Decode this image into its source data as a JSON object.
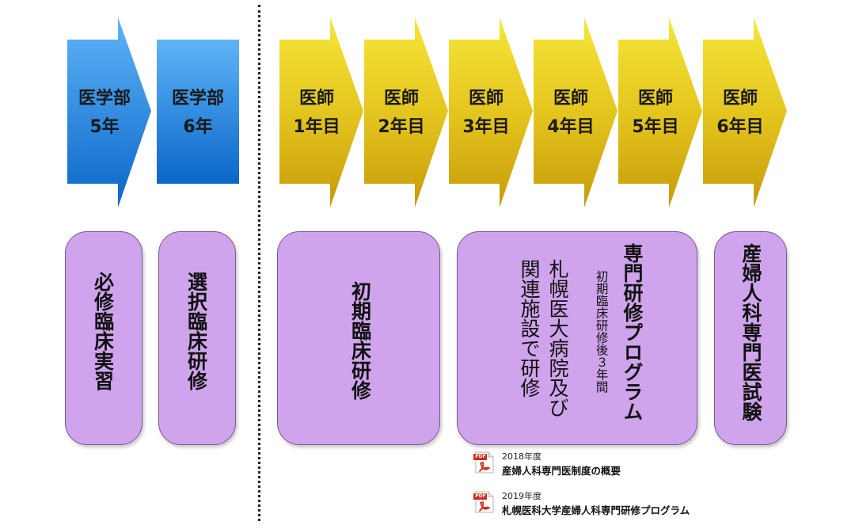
{
  "colors": {
    "student_arrow_top": "#5fb4f7",
    "student_arrow_bottom": "#0a66c9",
    "doctor_arrow_top": "#f7e63a",
    "doctor_arrow_bottom": "#c69a08",
    "pill_fill": "#cfa4ec",
    "pill_border": "#7a5a8e",
    "pdf_red": "#d32a1e"
  },
  "timeline": {
    "student": [
      {
        "line1": "医学部",
        "line2": "5年"
      },
      {
        "line1": "医学部",
        "line2": "6年"
      }
    ],
    "doctor": [
      {
        "line1": "医師",
        "line2": "1年目"
      },
      {
        "line1": "医師",
        "line2": "2年目"
      },
      {
        "line1": "医師",
        "line2": "3年目"
      },
      {
        "line1": "医師",
        "line2": "4年目"
      },
      {
        "line1": "医師",
        "line2": "5年目"
      },
      {
        "line1": "医師",
        "line2": "6年目"
      }
    ]
  },
  "stages": {
    "required_clinical": "必修臨床実習",
    "elective_clinical": "選択臨床研修",
    "initial_training": "初期臨床研修",
    "specialty": {
      "title": "専門研修プログラム",
      "subtitle": "初期臨床研修後３年間",
      "body_line1": "札幌医大病院及び",
      "body_line2": "関連施設で研修"
    },
    "exam": "産婦人科専門医試験"
  },
  "documents": [
    {
      "icon": "pdf-icon",
      "badge": "PDF",
      "year": "2018年度",
      "title": "産婦人科専門医制度の概要"
    },
    {
      "icon": "pdf-icon",
      "badge": "PDF",
      "year": "2019年度",
      "title": "札幌医科大学産婦人科専門研修プログラム"
    }
  ]
}
